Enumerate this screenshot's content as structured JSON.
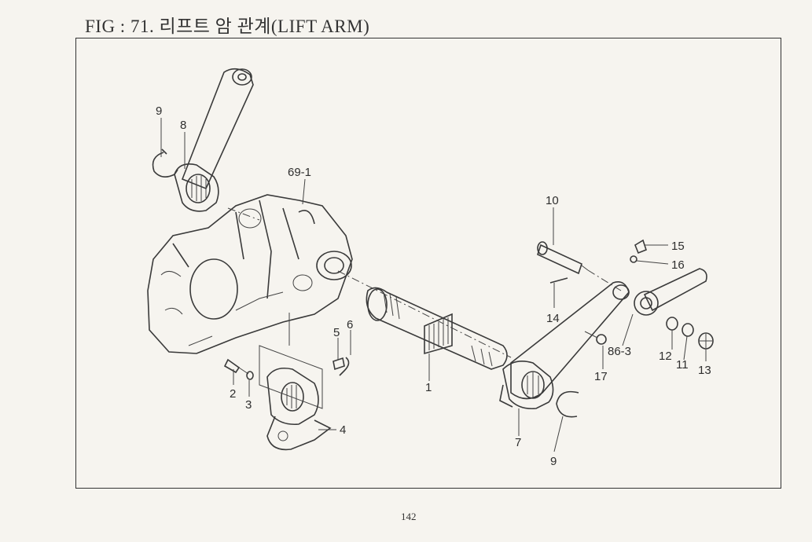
{
  "header": {
    "title": "FIG : 71. 리프트 암 관계(LIFT ARM)"
  },
  "footer": {
    "page_number": "142"
  },
  "callouts": {
    "c9_top": "9",
    "c8": "8",
    "c69_1": "69-1",
    "c10": "10",
    "c15": "15",
    "c16": "16",
    "c14": "14",
    "c86_3": "86-3",
    "c12": "12",
    "c11": "11",
    "c13": "13",
    "c17": "17",
    "c1": "1",
    "c5": "5",
    "c6": "6",
    "c2": "2",
    "c3": "3",
    "c4": "4",
    "c7": "7",
    "c9_bottom": "9"
  }
}
